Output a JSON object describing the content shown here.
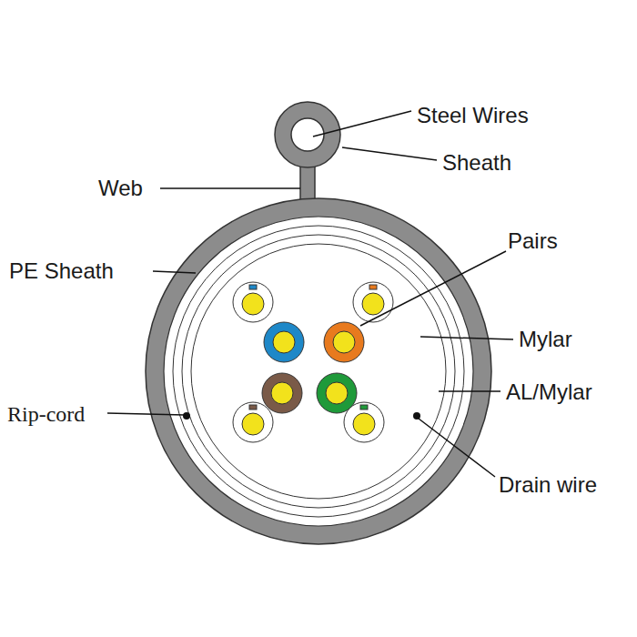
{
  "diagram": {
    "labels": [
      "Steel Wires",
      "Sheath",
      "Web",
      "PE Sheath",
      "Pairs",
      "Mylar",
      "AL/Mylar",
      "Rip-cord",
      "Drain wire"
    ]
  }
}
